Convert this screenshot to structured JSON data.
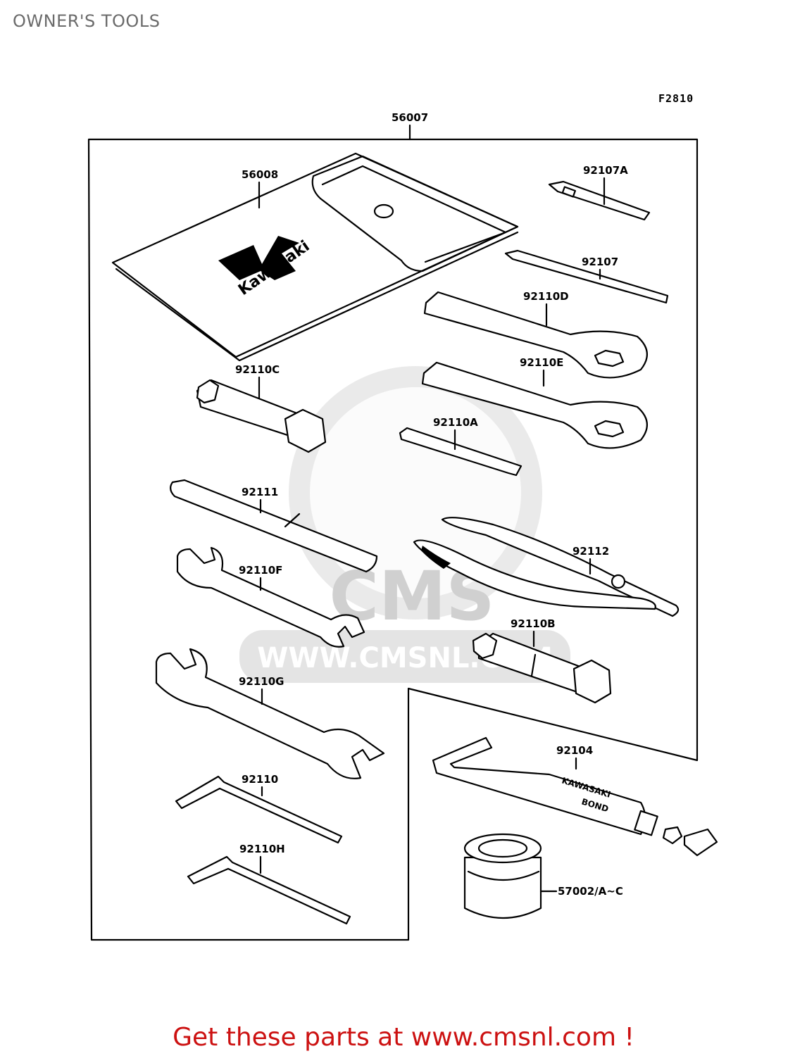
{
  "page": {
    "title": "OWNER'S TOOLS",
    "figure_code": "F2810"
  },
  "parts": {
    "kit": "56007",
    "pouch": "56008",
    "screwdriver_short": "92107A",
    "screwdriver_long": "92107",
    "box_wrench_d": "92110D",
    "box_wrench_e": "92110E",
    "plug_wrench_c": "92110C",
    "feeler_a": "92110A",
    "handle": "92111",
    "pliers": "92112",
    "open_wrench_f": "92110F",
    "plug_wrench_b": "92110B",
    "open_wrench_g": "92110G",
    "bond": "92104",
    "hex_key": "92110",
    "hex_key_h": "92110H",
    "container": "57002/A~C"
  },
  "labels": {
    "pouch_logo": "Kawasaki",
    "bond_text_1": "KAWASAKI",
    "bond_text_2": "BOND"
  },
  "watermark": {
    "text": "WWW.CMSNL.COM",
    "logo": "CMS"
  },
  "footer": {
    "text": "Get these parts at www.cmsnl.com !"
  },
  "colors": {
    "footer": "#cc1111",
    "title": "#6b6b6b",
    "watermark": "#d9d9d9"
  }
}
